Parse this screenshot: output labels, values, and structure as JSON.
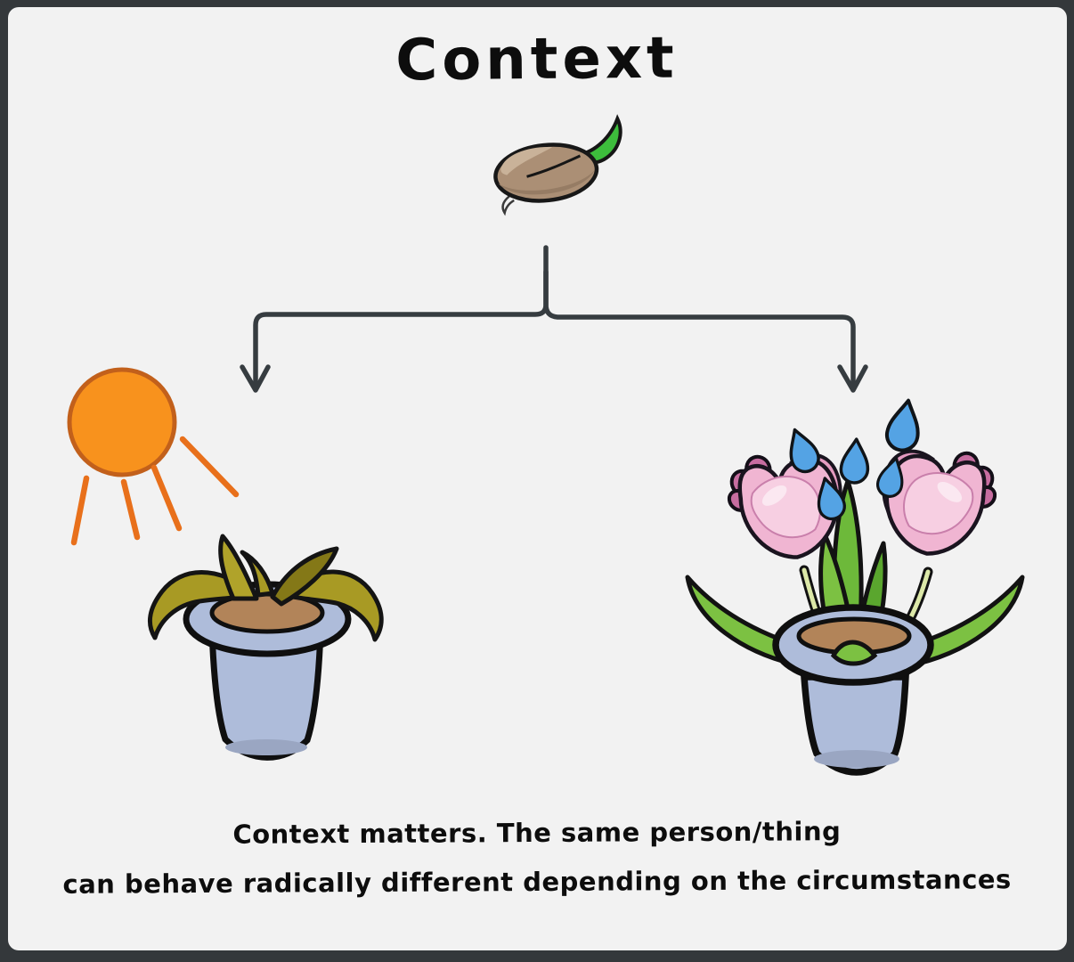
{
  "title": "Context",
  "caption": {
    "line1": "Context matters. The same person/thing",
    "line2": "can behave radically different depending on the circumstances"
  },
  "illustration": {
    "type": "branching-diagram",
    "root_icon": "sprouting-seed-icon",
    "branches": [
      {
        "side": "left",
        "icons": [
          "sun-icon",
          "wilted-plant-in-pot-icon"
        ]
      },
      {
        "side": "right",
        "icons": [
          "rain-drops-icon",
          "blooming-pink-tulips-in-pot-icon"
        ]
      }
    ]
  },
  "colors": {
    "frame": "#34383b",
    "panel_background": "#f2f2f2",
    "text": "#0d0d0d",
    "arrow": "#363c40",
    "sun_fill": "#f8921d",
    "sun_outline": "#c2601b",
    "sun_ray": "#e8701b",
    "seed_brown": "#ab8f75",
    "sprout_green": "#3dbd3c",
    "wilted_leaf_olive": "#a89a24",
    "healthy_leaf_green": "#7cc142",
    "tulip_pink": "#f0b5d2",
    "tulip_dark_pink": "#c76da0",
    "raindrop_blue": "#54a3e4",
    "pot_blue": "#aebcda",
    "soil_brown": "#b28459"
  }
}
